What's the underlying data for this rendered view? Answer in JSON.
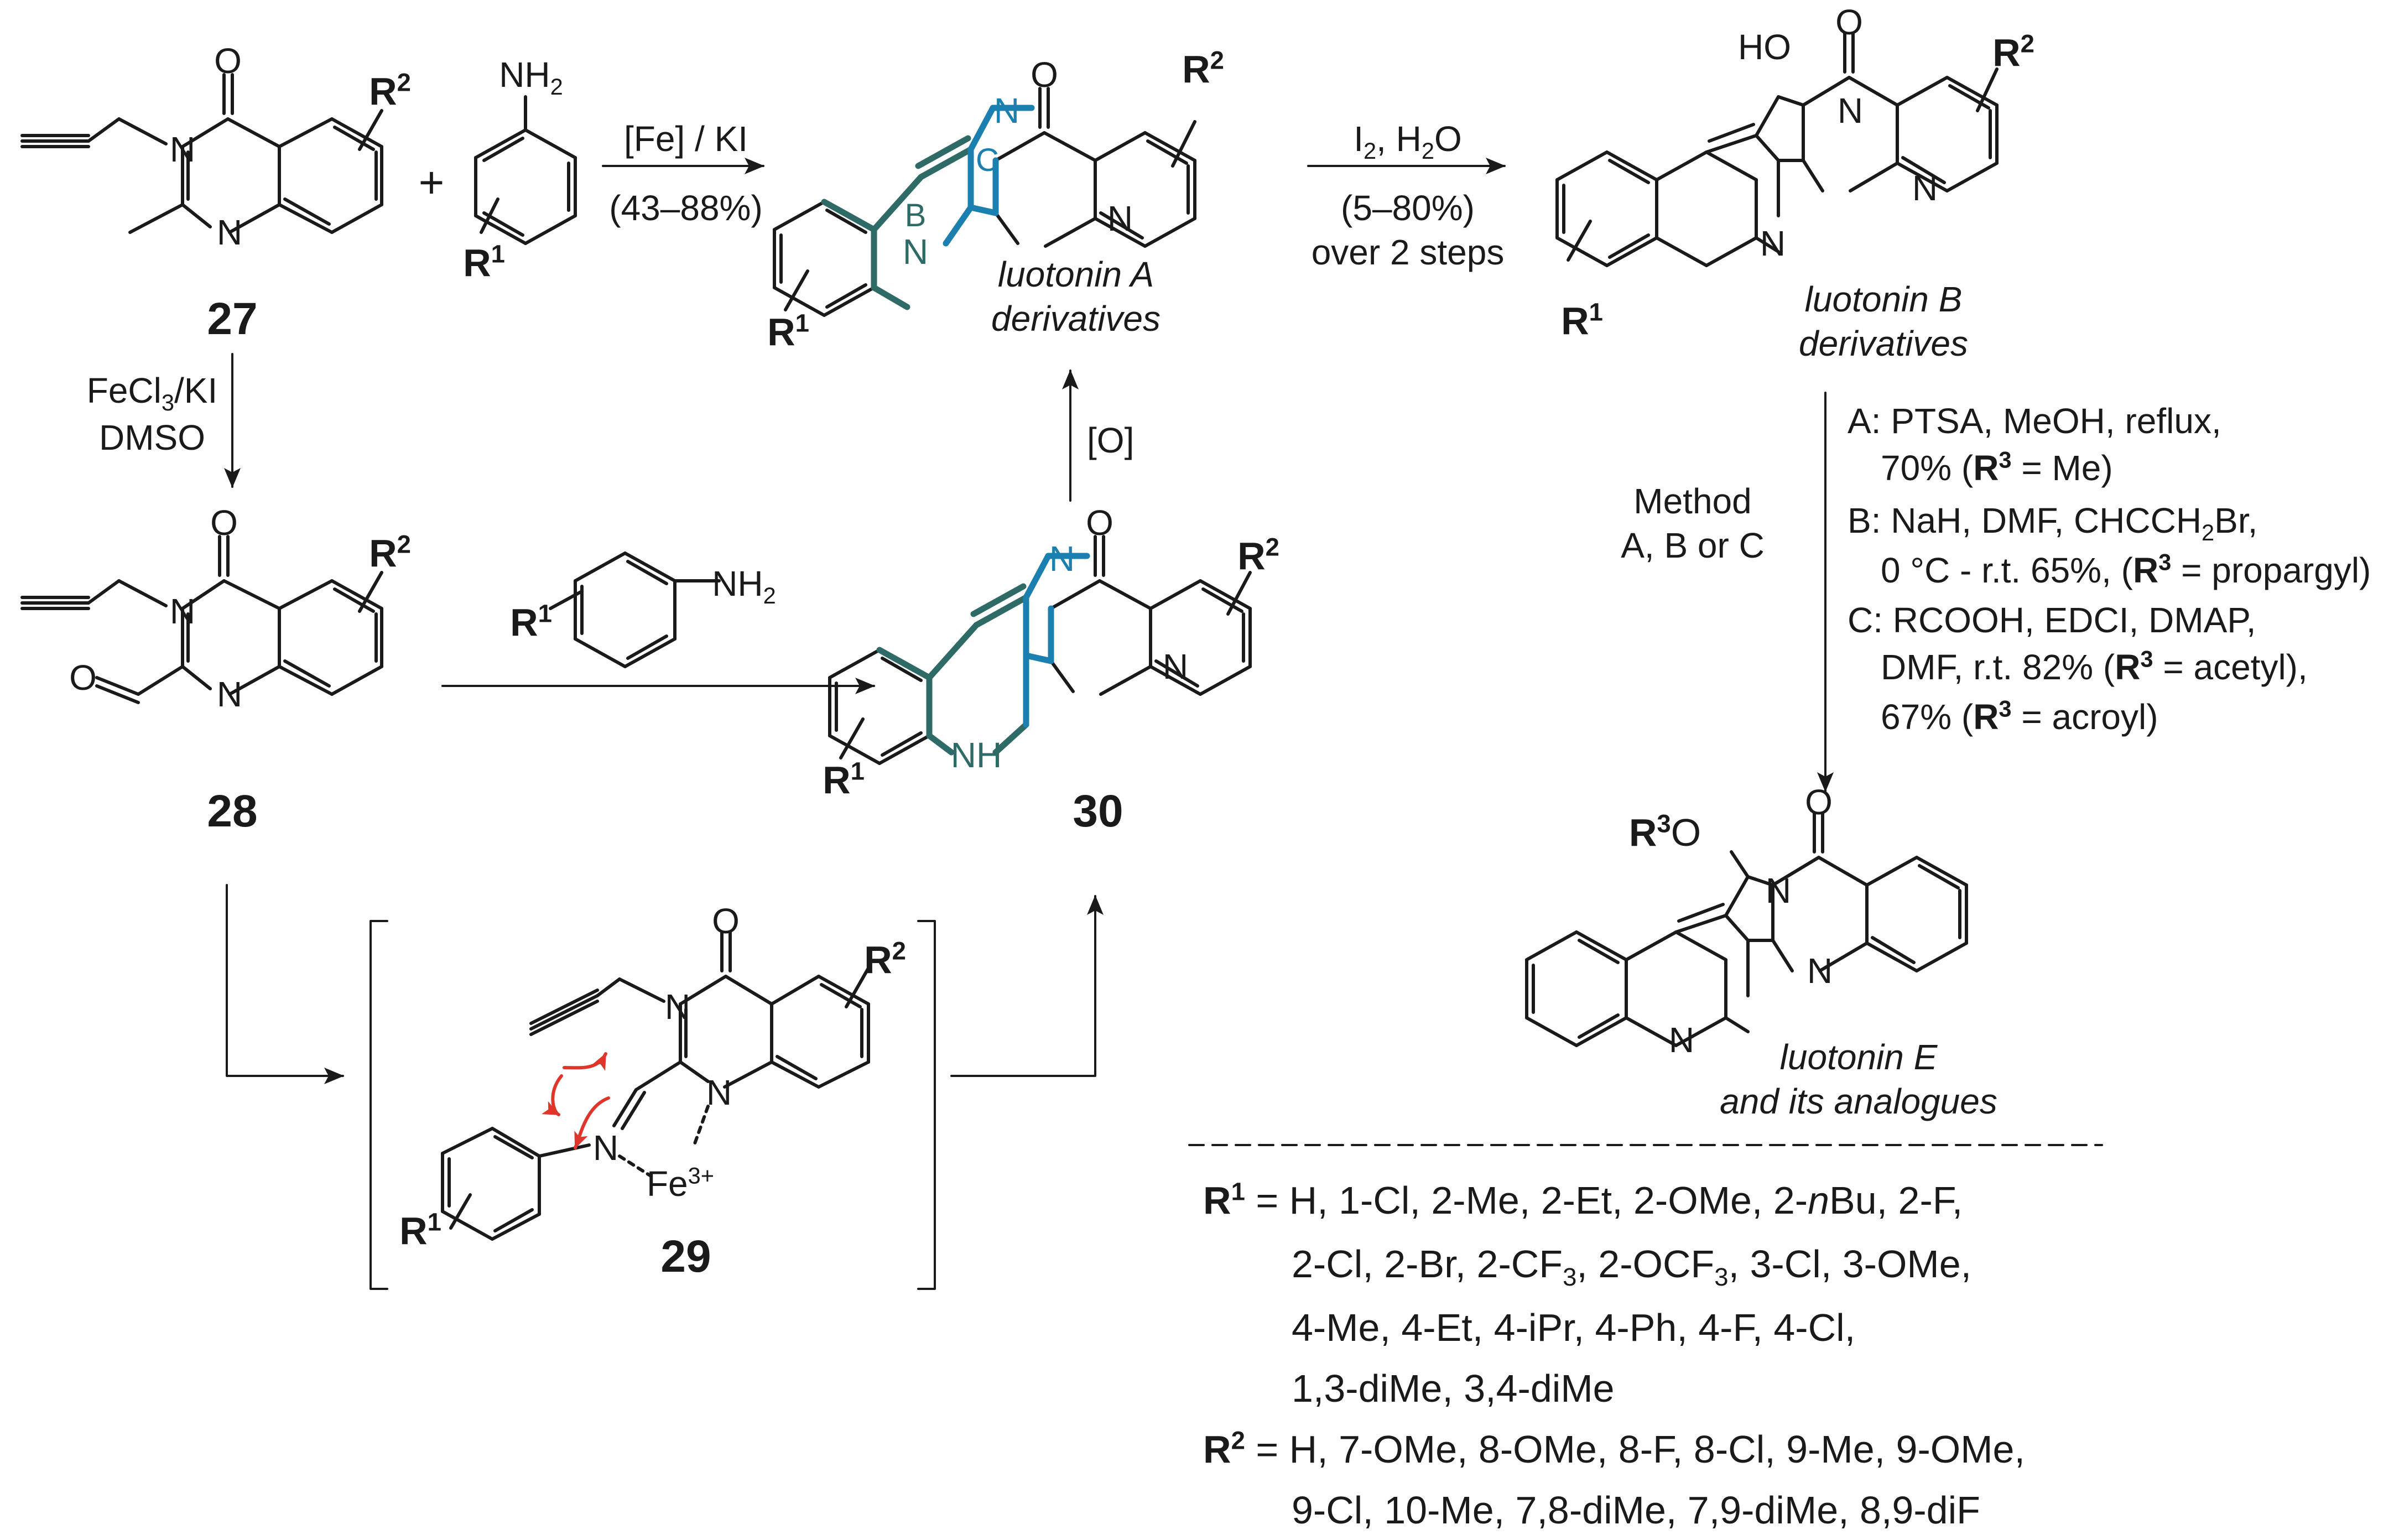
{
  "compounds": {
    "c27": "27",
    "c28": "28",
    "c29": "29",
    "c30": "30"
  },
  "products": {
    "luotoninA": [
      "luotonin A",
      "derivatives"
    ],
    "luotoninB": [
      "luotonin B",
      "derivatives"
    ],
    "luotoninE": [
      "luotonin E",
      "and its analogues"
    ]
  },
  "conditions": {
    "step1": {
      "reagent": "[Fe] / KI",
      "yield": "(43–88%)"
    },
    "step2": {
      "reagent": "I",
      "reagent_sub": "2",
      "reagent_tail": ", H",
      "reagent_sub2": "2",
      "reagent_end": "O",
      "yield": "(5–80%)",
      "note": "over 2 steps"
    },
    "step27to28": {
      "line1_a": "FeCl",
      "line1_sub": "3",
      "line1_b": "/KI",
      "line2": "DMSO"
    },
    "oxidation": "[O]",
    "method": [
      "Method",
      "A, B or C"
    ],
    "method_list": [
      {
        "text": "A: PTSA, MeOH, reflux,"
      },
      {
        "text": "70% (",
        "bold": "R",
        "sup": "3",
        "tail": " = Me)"
      },
      {
        "text": "B: NaH, DMF, CHCCH",
        "sub": "2",
        "tail": "Br,"
      },
      {
        "text": "0 °C - r.t. 65%, (",
        "bold": "R",
        "sup": "3",
        "tail": " = propargyl)"
      },
      {
        "text": "C: RCOOH, EDCI, DMAP,"
      },
      {
        "text": "DMF, r.t. 82% (",
        "bold": "R",
        "sup": "3",
        "tail": " = acetyl),"
      },
      {
        "text": "67% (",
        "bold": "R",
        "sup": "3",
        "tail": " = acroyl)"
      }
    ]
  },
  "atoms": {
    "O": "O",
    "N": "N",
    "NH": "NH",
    "HO": "HO",
    "NH2_a": "NH",
    "two": "2",
    "R": "R",
    "one": "1",
    "three": "3",
    "ringB": "B",
    "ringC": "C",
    "Fe": "Fe",
    "Fe_charge": "3+",
    "plus": "+"
  },
  "legend": {
    "r1_label": "R",
    "r1_sup": "1",
    "eq": " = ",
    "r1_lines": [
      "H, 1-Cl, 2-Me, 2-Et, 2-OMe, 2-",
      "2-Cl, 2-Br, 2-CF",
      "4-Me, 4-Et, 4-iPr, 4-Ph, 4-F, 4-Cl,",
      "1,3-diMe, 3,4-diMe"
    ],
    "r1_line1_italic": "n",
    "r1_line1_tail": "Bu, 2-F,",
    "r1_line2_sub": "3",
    "r1_line2_mid": ", 2-OCF",
    "r1_line2_sub2": "3",
    "r1_line2_tail": ", 3-Cl, 3-OMe,",
    "r2_label": "R",
    "r2_sup": "2",
    "r2_lines": [
      "H, 7-OMe, 8-OMe, 8-F, 8-Cl, 9-Me, 9-OMe,",
      "9-Cl, 10-Me, 7,8-diMe, 7,9-diMe, 8,9-diF"
    ]
  },
  "colors": {
    "ink": "#1a1a1a",
    "teal": "#2f6b66",
    "blue": "#1b7fb0",
    "arrow_red": "#e0352b"
  }
}
